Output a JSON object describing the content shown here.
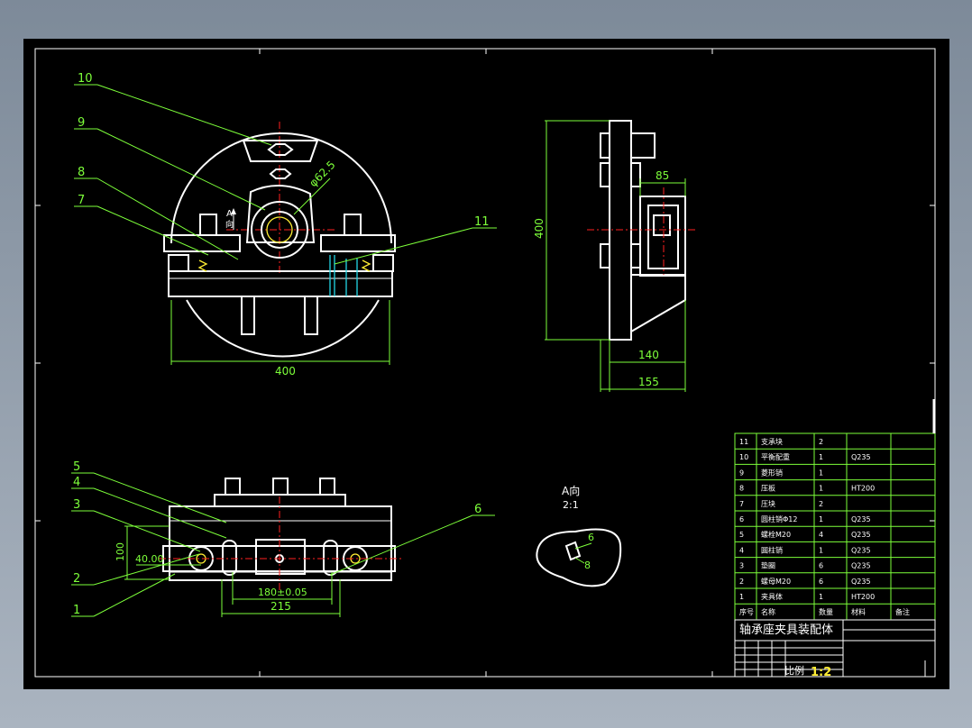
{
  "drawing": {
    "title": "轴承座夹具装配体",
    "scale_label": "比例",
    "scale_value": "1:2",
    "view_a_label": "A向",
    "view_a_scale": "2:1",
    "section_label": "A",
    "section_dir": "向"
  },
  "dimensions": {
    "front_width": "400",
    "front_height": "400",
    "side_top": "85",
    "side_140": "140",
    "side_155": "155",
    "bore_dia": "φ62.5",
    "plan_100": "100",
    "plan_40": "40.00",
    "plan_180": "180±0.05",
    "plan_215": "215",
    "detail_6": "6",
    "detail_8": "8"
  },
  "callouts": [
    "10",
    "9",
    "8",
    "7",
    "11",
    "5",
    "4",
    "3",
    "6",
    "2",
    "1"
  ],
  "bom": {
    "headers": [
      "序号",
      "名称",
      "数量",
      "材料",
      "备注"
    ],
    "rows": [
      [
        "11",
        "支承块",
        "2",
        "",
        ""
      ],
      [
        "10",
        "平衡配重",
        "1",
        "Q235",
        ""
      ],
      [
        "9",
        "菱形销",
        "1",
        "",
        ""
      ],
      [
        "8",
        "压板",
        "1",
        "HT200",
        ""
      ],
      [
        "7",
        "压块",
        "2",
        "",
        ""
      ],
      [
        "6",
        "圆柱销Φ12",
        "1",
        "Q235",
        ""
      ],
      [
        "5",
        "螺栓M20",
        "4",
        "Q235",
        ""
      ],
      [
        "4",
        "圆柱销",
        "1",
        "Q235",
        ""
      ],
      [
        "3",
        "垫圈",
        "6",
        "Q235",
        ""
      ],
      [
        "2",
        "螺母M20",
        "6",
        "Q235",
        ""
      ],
      [
        "1",
        "夹具体",
        "1",
        "HT200",
        ""
      ]
    ]
  },
  "colors": {
    "background": "#000000",
    "outline": "#ffffff",
    "dimension": "#7dff3a",
    "centerline": "#ff2020",
    "accent_yellow": "#ffee33",
    "accent_cyan": "#24d7e6"
  }
}
